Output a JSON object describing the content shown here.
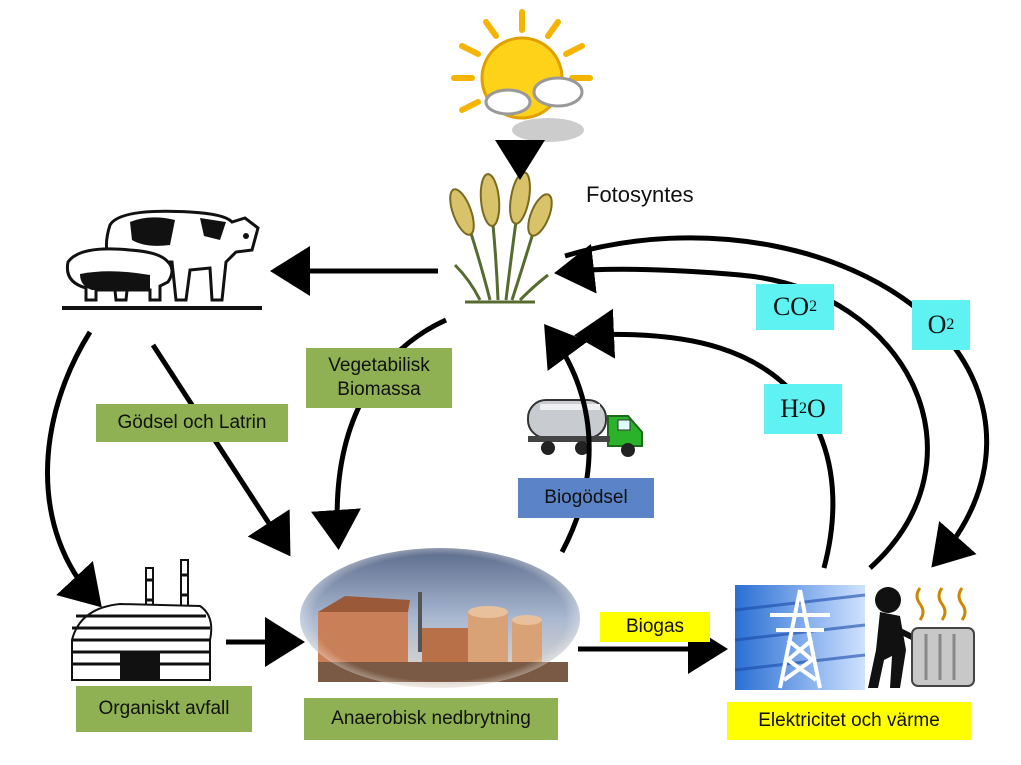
{
  "labels": {
    "fotosyntes": "Fotosyntes",
    "vegetabilisk_line1": "Vegetabilisk",
    "vegetabilisk_line2": "Biomassa",
    "godsel": "Gödsel och Latrin",
    "biogodsel": "Biogödsel",
    "biogas": "Biogas",
    "organiskt": "Organiskt avfall",
    "anaerobisk": "Anaerobisk nedbrytning",
    "elektricitet": "Elektricitet och värme",
    "co2_main": "CO",
    "co2_sub": "2",
    "o2_main": "O",
    "o2_sub": "2",
    "h2o_pre": "H",
    "h2o_sub": "2",
    "h2o_post": "O"
  },
  "colors": {
    "green_label": "#8fb153",
    "blue_label": "#5b84c8",
    "yellow_label": "#ffff00",
    "cyan_label": "#5ff2f2",
    "arrow": "#000000"
  },
  "icons": {
    "sun": "sun-with-clouds-icon",
    "crop": "wheat-icon",
    "animals": "cow-and-pig-icon",
    "factory": "industrial-plant-icon",
    "biogas_plant": "biogas-plant-photo",
    "truck": "tanker-truck-icon",
    "power": "power-pylon-icon",
    "heater": "person-with-radiator-icon"
  }
}
